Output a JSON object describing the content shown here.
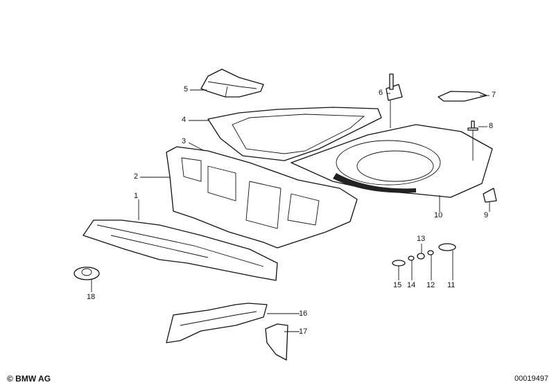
{
  "diagram": {
    "callouts": [
      "1",
      "2",
      "3",
      "4",
      "5",
      "6",
      "7",
      "8",
      "9",
      "10",
      "11",
      "12",
      "13",
      "14",
      "15",
      "16",
      "17",
      "18"
    ]
  },
  "footer": {
    "copyright": "© BMW AG",
    "image_number": "00019497"
  }
}
